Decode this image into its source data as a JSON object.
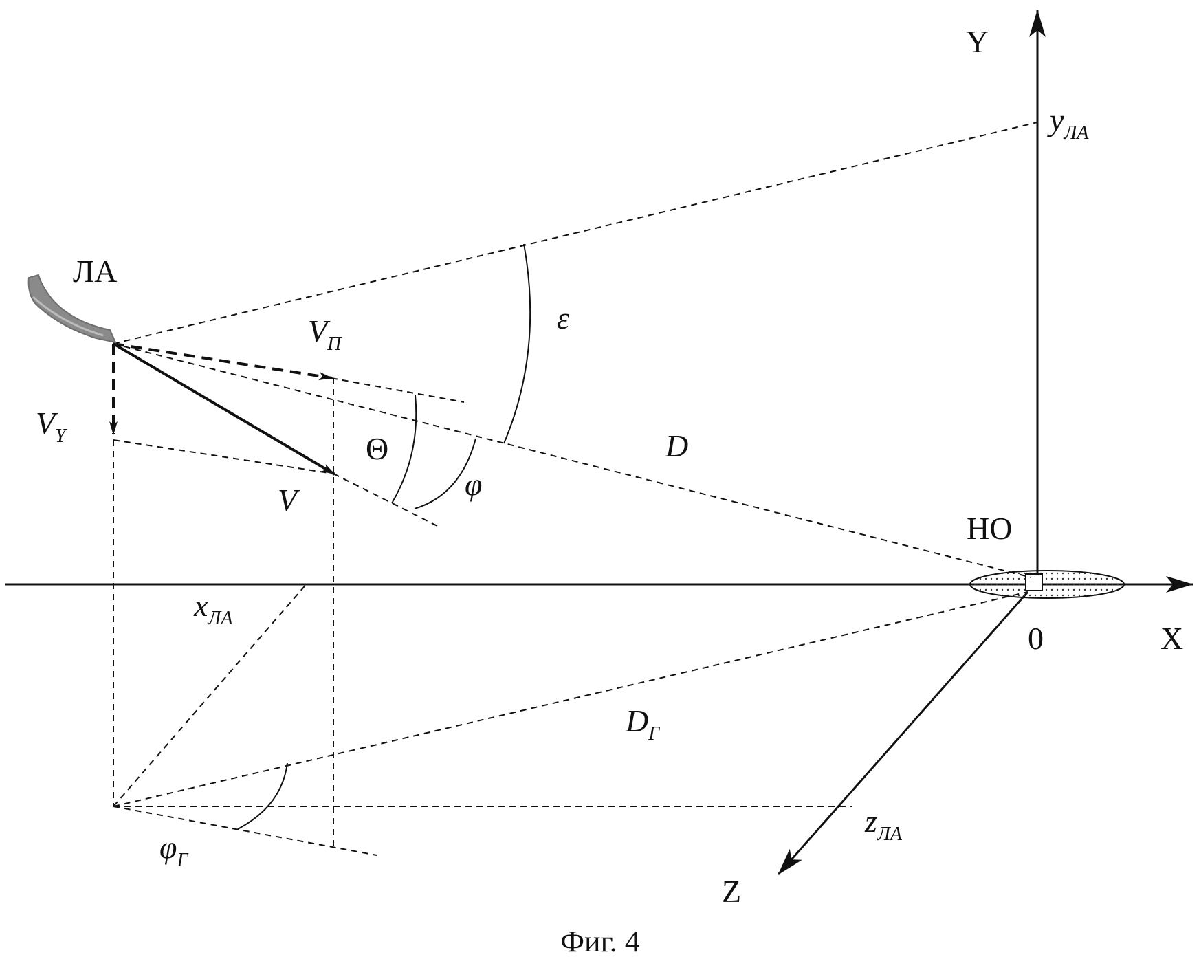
{
  "labels": {
    "aircraft": "ЛА",
    "axis_x": "X",
    "axis_y": "Y",
    "axis_z": "Z",
    "origin": "0",
    "object": "НО",
    "v_total": "V",
    "v_horizontal": "V",
    "v_horizontal_sub": "П",
    "v_vertical": "V",
    "v_vertical_sub": "Y",
    "theta": "Θ",
    "phi": "φ",
    "epsilon": "ε",
    "range": "D",
    "range_ground": "D",
    "range_ground_sub": "Г",
    "phi_ground": "φ",
    "phi_ground_sub": "Г",
    "x_coord": "x",
    "x_coord_sub": "ЛА",
    "y_coord": "y",
    "y_coord_sub": "ЛА",
    "z_coord": "z",
    "z_coord_sub": "ЛА"
  },
  "caption": "Фиг. 4",
  "colors": {
    "ink": "#111111",
    "aircraft": "#8a8a8a"
  }
}
